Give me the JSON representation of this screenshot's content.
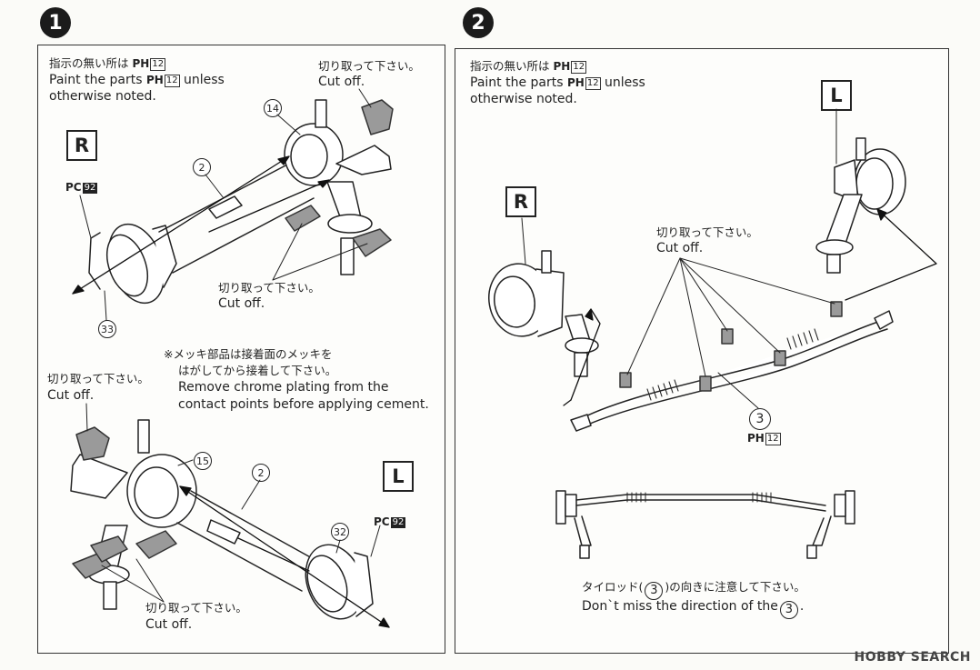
{
  "steps": {
    "step1": "1",
    "step2": "2"
  },
  "panel1": {
    "paint_note_jp": "指示の無い所は",
    "paint_note_en_pre": "Paint the parts",
    "paint_note_en_post": "unless",
    "paint_note_en_2": "otherwise noted.",
    "paint_code": "PH",
    "paint_num": "12",
    "cutoff_jp": "切り取って下さい。",
    "cutoff_en": "Cut off.",
    "side_r": "R",
    "side_l": "L",
    "pc_code": "PC",
    "pc_num": "92",
    "part_14": "14",
    "part_2": "2",
    "part_33": "33",
    "part_15": "15",
    "part_32": "32",
    "chrome_note_jp_1": "※メッキ部品は接着面のメッキを",
    "chrome_note_jp_2": "はがしてから接着して下さい。",
    "chrome_note_en_1": "Remove chrome plating from the",
    "chrome_note_en_2": "contact points before applying cement."
  },
  "panel2": {
    "paint_note_jp": "指示の無い所は",
    "paint_note_en_pre": "Paint the parts",
    "paint_note_en_post": "unless",
    "paint_note_en_2": "otherwise noted.",
    "paint_code": "PH",
    "paint_num": "12",
    "side_l": "L",
    "side_r": "R",
    "cutoff_jp": "切り取って下さい。",
    "cutoff_en": "Cut off.",
    "part_3": "3",
    "tierod_jp_pre": "タイロッド(",
    "tierod_jp_post": ")の向きに注意して下さい。",
    "tierod_en_pre": "Don`t miss the direction of the",
    "tierod_en_post": "."
  },
  "watermark": "HOBBY SEARCH"
}
